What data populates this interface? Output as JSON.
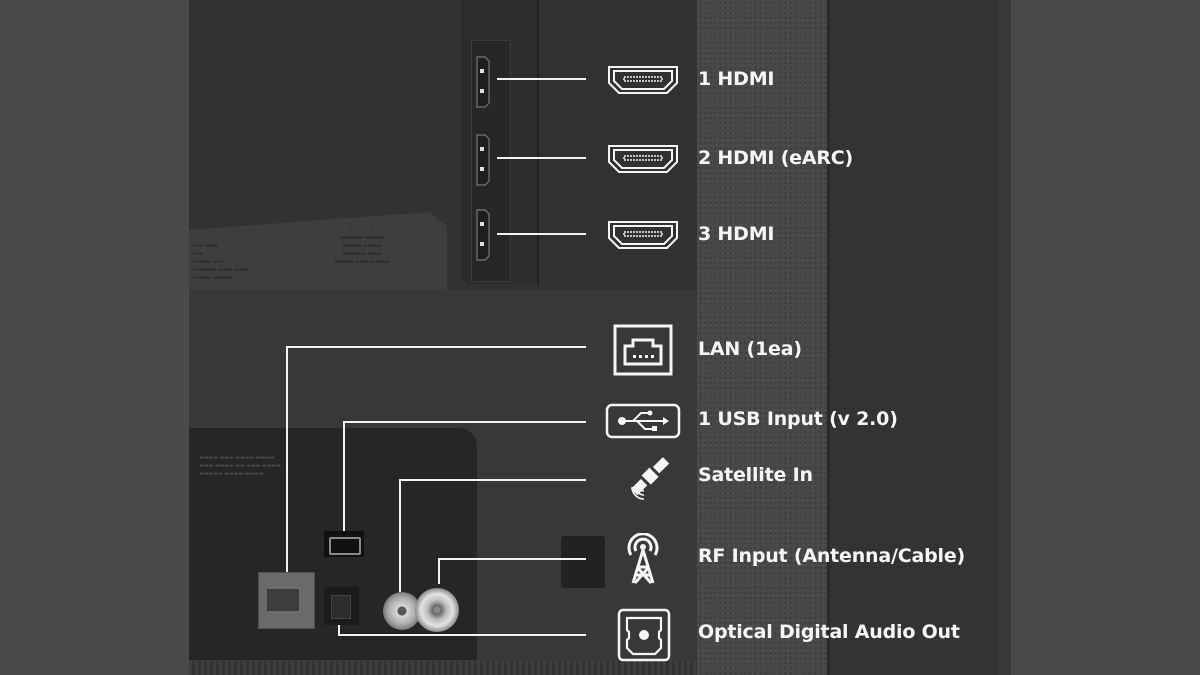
{
  "image_description": "Rear view of TV showing connection ports with callout labels",
  "ports": [
    {
      "id": "hdmi1",
      "icon": "hdmi-icon",
      "label": "1 HDMI"
    },
    {
      "id": "hdmi2",
      "icon": "hdmi-icon",
      "label": "2 HDMI (eARC)"
    },
    {
      "id": "hdmi3",
      "icon": "hdmi-icon",
      "label": "3 HDMI"
    },
    {
      "id": "lan",
      "icon": "lan-icon",
      "label": "LAN (1ea)"
    },
    {
      "id": "usb",
      "icon": "usb-icon",
      "label": "1 USB Input (v 2.0)"
    },
    {
      "id": "satellite",
      "icon": "satellite-icon",
      "label": "Satellite In"
    },
    {
      "id": "rf",
      "icon": "antenna-icon",
      "label": "RF Input (Antenna/Cable)"
    },
    {
      "id": "optical",
      "icon": "optical-icon",
      "label": "Optical Digital Audio Out"
    }
  ],
  "colors": {
    "background": "#4a4a4a",
    "panel": "#333335",
    "line": "#f2f2f2",
    "text": "#f5f5f5"
  }
}
